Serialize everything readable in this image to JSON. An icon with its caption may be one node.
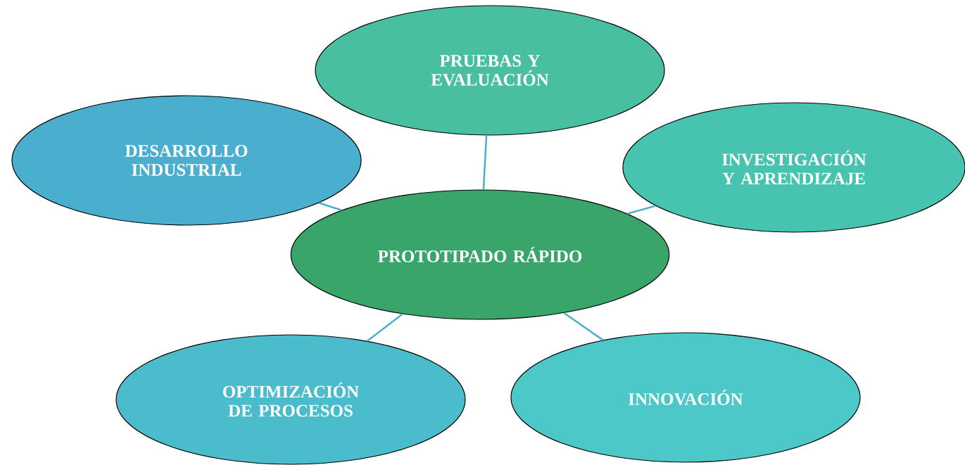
{
  "diagram": {
    "nodes": [
      {
        "text": [
          "PRUEBAS Y EVALUACIÓN"
        ]
      },
      {
        "text": [
          "DESARROLLO INDUSTRIAL"
        ]
      },
      {
        "text": [
          "INVESTIGACIÓN Y APRENDIZAJE"
        ]
      },
      {
        "text": [
          "PROTOTIPADO RÁPIDO"
        ]
      },
      {
        "text": [
          "OPTIMIZACIÓN DE PROCESOS"
        ]
      },
      {
        "text": [
          "INNOVACIÓN"
        ]
      }
    ],
    "edges": [
      {
        "from": 3,
        "to": 0,
        "arrow": "none"
      },
      {
        "from": 3,
        "to": 1,
        "arrow": "none"
      },
      {
        "from": 3,
        "to": 2,
        "arrow": "none"
      },
      {
        "from": 3,
        "to": 4,
        "arrow": "none"
      },
      {
        "from": 3,
        "to": 5,
        "arrow": "none"
      }
    ]
  }
}
